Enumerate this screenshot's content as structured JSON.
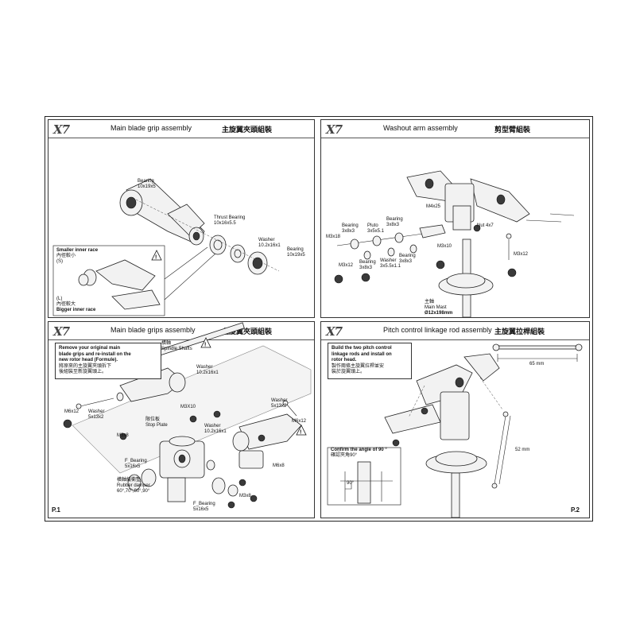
{
  "panels": {
    "tl": {
      "logo": "X7",
      "title": "Main blade grip assembly",
      "title_cn": "主旋翼夾頭組裝",
      "labels": {
        "bearing_top": [
          "Bearing",
          "10x19x5"
        ],
        "thrust_bearing": [
          "Thrust Bearing",
          "10x16x5.5"
        ],
        "washer": [
          "Washer",
          "10.2x16x1"
        ],
        "bearing_right": [
          "Bearing",
          "10x19x5"
        ],
        "smaller_inner": [
          "Smaller inner race",
          "內徑較小",
          "(S)"
        ],
        "bigger_inner": [
          "(L)",
          "內徑較大",
          "Bigger inner race"
        ]
      }
    },
    "tr": {
      "logo": "X7",
      "title": "Washout arm assembly",
      "title_cn": "剪型臂組裝",
      "labels": {
        "m4x25": "M4x25",
        "nut": "Nut 4x7",
        "bearing_left": [
          "Bearing",
          "3x8x3"
        ],
        "pluto": [
          "Pluto",
          "3x5x5.1"
        ],
        "bearing_mid": [
          "Bearing",
          "3x8x3"
        ],
        "m3x18": "M3x18",
        "m3x12": "M3x12",
        "bearing_low": [
          "Bearing",
          "3x8x3"
        ],
        "washer": [
          "Washer",
          "3x5.5x1.1"
        ],
        "bearing_low2": [
          "Bearing",
          "3x8x3"
        ],
        "m3x10": "M3x10",
        "m3x12_r": "M3x12",
        "main_mast": [
          "主軸",
          "Main Mast",
          "Ø12x198mm"
        ]
      }
    },
    "bl": {
      "logo": "X7",
      "title": "Main blade grips assembly",
      "title_cn": "主旋翼夾頭組裝",
      "note": [
        "Remove your original main",
        "blade grips and re-install on the",
        "new rotor head (Formule).",
        "將原來的主旋翼夾頭拆下",
        "後組裝至新旋翼頭上。"
      ],
      "labels": {
        "spindle": [
          "橫軸",
          "Spindle Shafts"
        ],
        "washer_top": [
          "Washer",
          "10.2x16x1"
        ],
        "m6x12_l": "M6x12",
        "washer_l": [
          "Washer",
          "5x13x2"
        ],
        "m3x10": "M3X10",
        "stop_plate": [
          "限位板",
          "Stop Plate"
        ],
        "m3x8_l": "M3x8",
        "f_bearing_l": [
          "F_Bearing",
          "5x16x5"
        ],
        "washer_mid": [
          "Washer",
          "10.2x16x1"
        ],
        "washer_r": [
          "Washer",
          "5x13x2"
        ],
        "m6x12_r": "M6x12",
        "m6x8": "M6x8",
        "damper": [
          "橫軸緩衝墊",
          "Rubber damper",
          "60°,70°,80°,90°"
        ],
        "f_bearing_r": [
          "F_Bearing",
          "5x16x5"
        ],
        "m3x8_r": "M3x8"
      },
      "page": "P.1"
    },
    "br": {
      "logo": "X7",
      "title": "Pitch control linkage rod assembly",
      "title_cn": "主旋翼拉桿組裝",
      "note": [
        "Build the two pitch control",
        "linkage rods and install on",
        "rotor head.",
        "製作兩條主旋翼拉桿並安",
        "裝於旋翼頭上。"
      ],
      "confirm": [
        "Confirm the angle of 90 °",
        "確認夾角90°"
      ],
      "angle": "90°",
      "dim_top": "65 mm",
      "dim_side": "52 mm",
      "page": "P.2"
    }
  },
  "icons": {
    "warning": "caution-triangle-icon",
    "glue": "thread-lock-icon",
    "grease": "grease-icon"
  }
}
